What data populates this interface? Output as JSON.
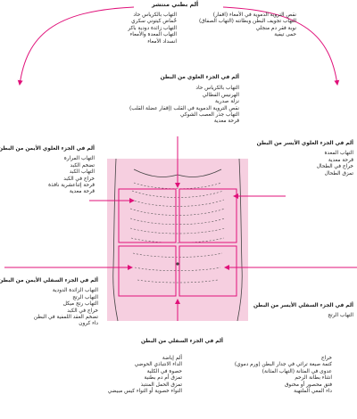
{
  "colors": {
    "accent": "#e0117a",
    "skin": "#f6cfe0",
    "outline": "#444444"
  },
  "top": {
    "heading": "ألم بطني منتشر",
    "left_list": [
      "التهاب بالكرياس حاد",
      "حُماض كيتوني سكري",
      "التهاب زائدة دودية باكر",
      "التهاب المعدة والأمعاء",
      "انسداد الأمعاء"
    ],
    "right_list": [
      "نقص التروية الدموية في الأمعاء (اقفار)",
      "التهاب تجويف البطن وبطانته (التهاب الصفاق)",
      "نوبة فقر دم منجلي",
      "حمى تيفية"
    ]
  },
  "epigastric": {
    "heading": "ألم في الجزء العلوي من البطن",
    "items": [
      "التهاب بالكرياس حاد",
      "الهرنيس الفطالي",
      "نزلة صدرية",
      "نقص التروية الدموية في القلب (إقفار عضلة القلب)",
      "التهاب جذر العصب الشوكي",
      "قرحة معدية"
    ]
  },
  "ruq": {
    "heading": "ألم في الجزء العلوي الأيمن من البطن",
    "items": [
      "التهاب المرارة",
      "تضخم الكبد",
      "التهاب الكبد",
      "خراج في الكبد",
      "قرحة إثناعشرية نافذة",
      "قرحة معدية"
    ]
  },
  "luq": {
    "heading": "ألم في الجزء العلوي الأيسر من البطن",
    "items": [
      "التهاب المعدة",
      "قرحة معدية",
      "خراج في الطحال",
      "تمزق الطحال"
    ]
  },
  "rlq": {
    "heading": "ألم في الجزء السفلي الأيمن من البطن",
    "items": [
      "التهاب الزائدة الدودية",
      "التهاب الرتج",
      "التهاب رتج ميكل",
      "خراج في الكبد",
      "تضخم العقد اللمفية في البطن",
      "داء كرون"
    ]
  },
  "llq": {
    "heading": "ألم في الجزء السفلي الأيسر من البطن",
    "items": [
      "التهاب الرتج"
    ]
  },
  "hypogastric": {
    "heading": "ألم في الجزء السفلي من البطن",
    "left_list": [
      "ألم إباضة",
      "الداء الانتباذي الحوضي",
      "حصوة في الكلية",
      "تمزق أم دم بطنية",
      "تمزق الحمل المنتبذ",
      "التواء خصوية أو التواء كيس مبيضي"
    ],
    "right_list": [
      "خراج",
      "كتمة صيغة تراثي في جدار البطن (ورم دموي)",
      "عدوى في المثانة (التهاب المثانة)",
      "انثناء بطانة الرحم",
      "فتق محصور أو مخنوق",
      "داء المعي الملتهبة"
    ]
  }
}
